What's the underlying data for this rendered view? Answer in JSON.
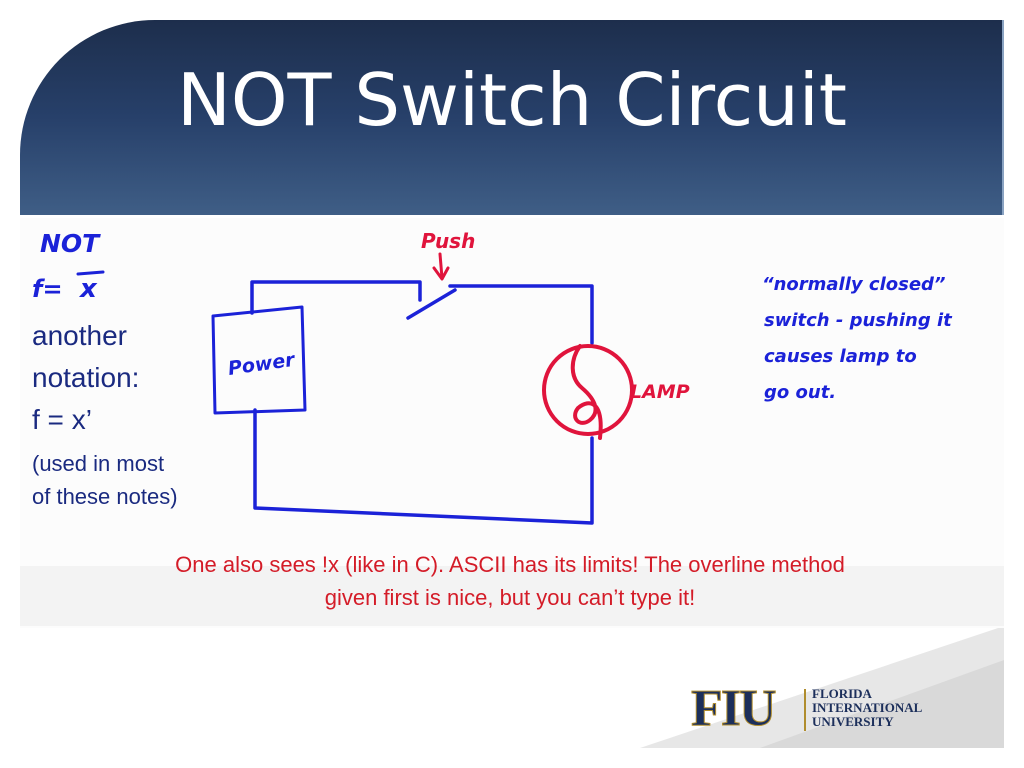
{
  "slide": {
    "title": "NOT Switch Circuit"
  },
  "left_notes": {
    "heading": "NOT",
    "formula_lhs": "f=",
    "formula_var": "x",
    "line1": "another",
    "line2": "notation:",
    "line3": "f = x’",
    "line4": "(used in most",
    "line5": "of these notes)"
  },
  "circuit": {
    "push_label": "Push",
    "power_label": "Power",
    "lamp_label": "LAMP",
    "annotation": [
      "“normally closed”",
      "switch - pushing it",
      "causes lamp to",
      "go out."
    ]
  },
  "footer_note": {
    "line1": "One also sees !x (like in C). ASCII has its limits! The overline method",
    "line2": "given first is nice, but you can’t type it!"
  },
  "logo": {
    "mark": "FIU",
    "line1": "FLORIDA",
    "line2": "INTERNATIONAL",
    "line3": "UNIVERSITY"
  },
  "colors": {
    "header": "#27406a",
    "ink_blue": "#1b22d8",
    "ink_red": "#e0143c",
    "note_red": "#d41c28"
  }
}
